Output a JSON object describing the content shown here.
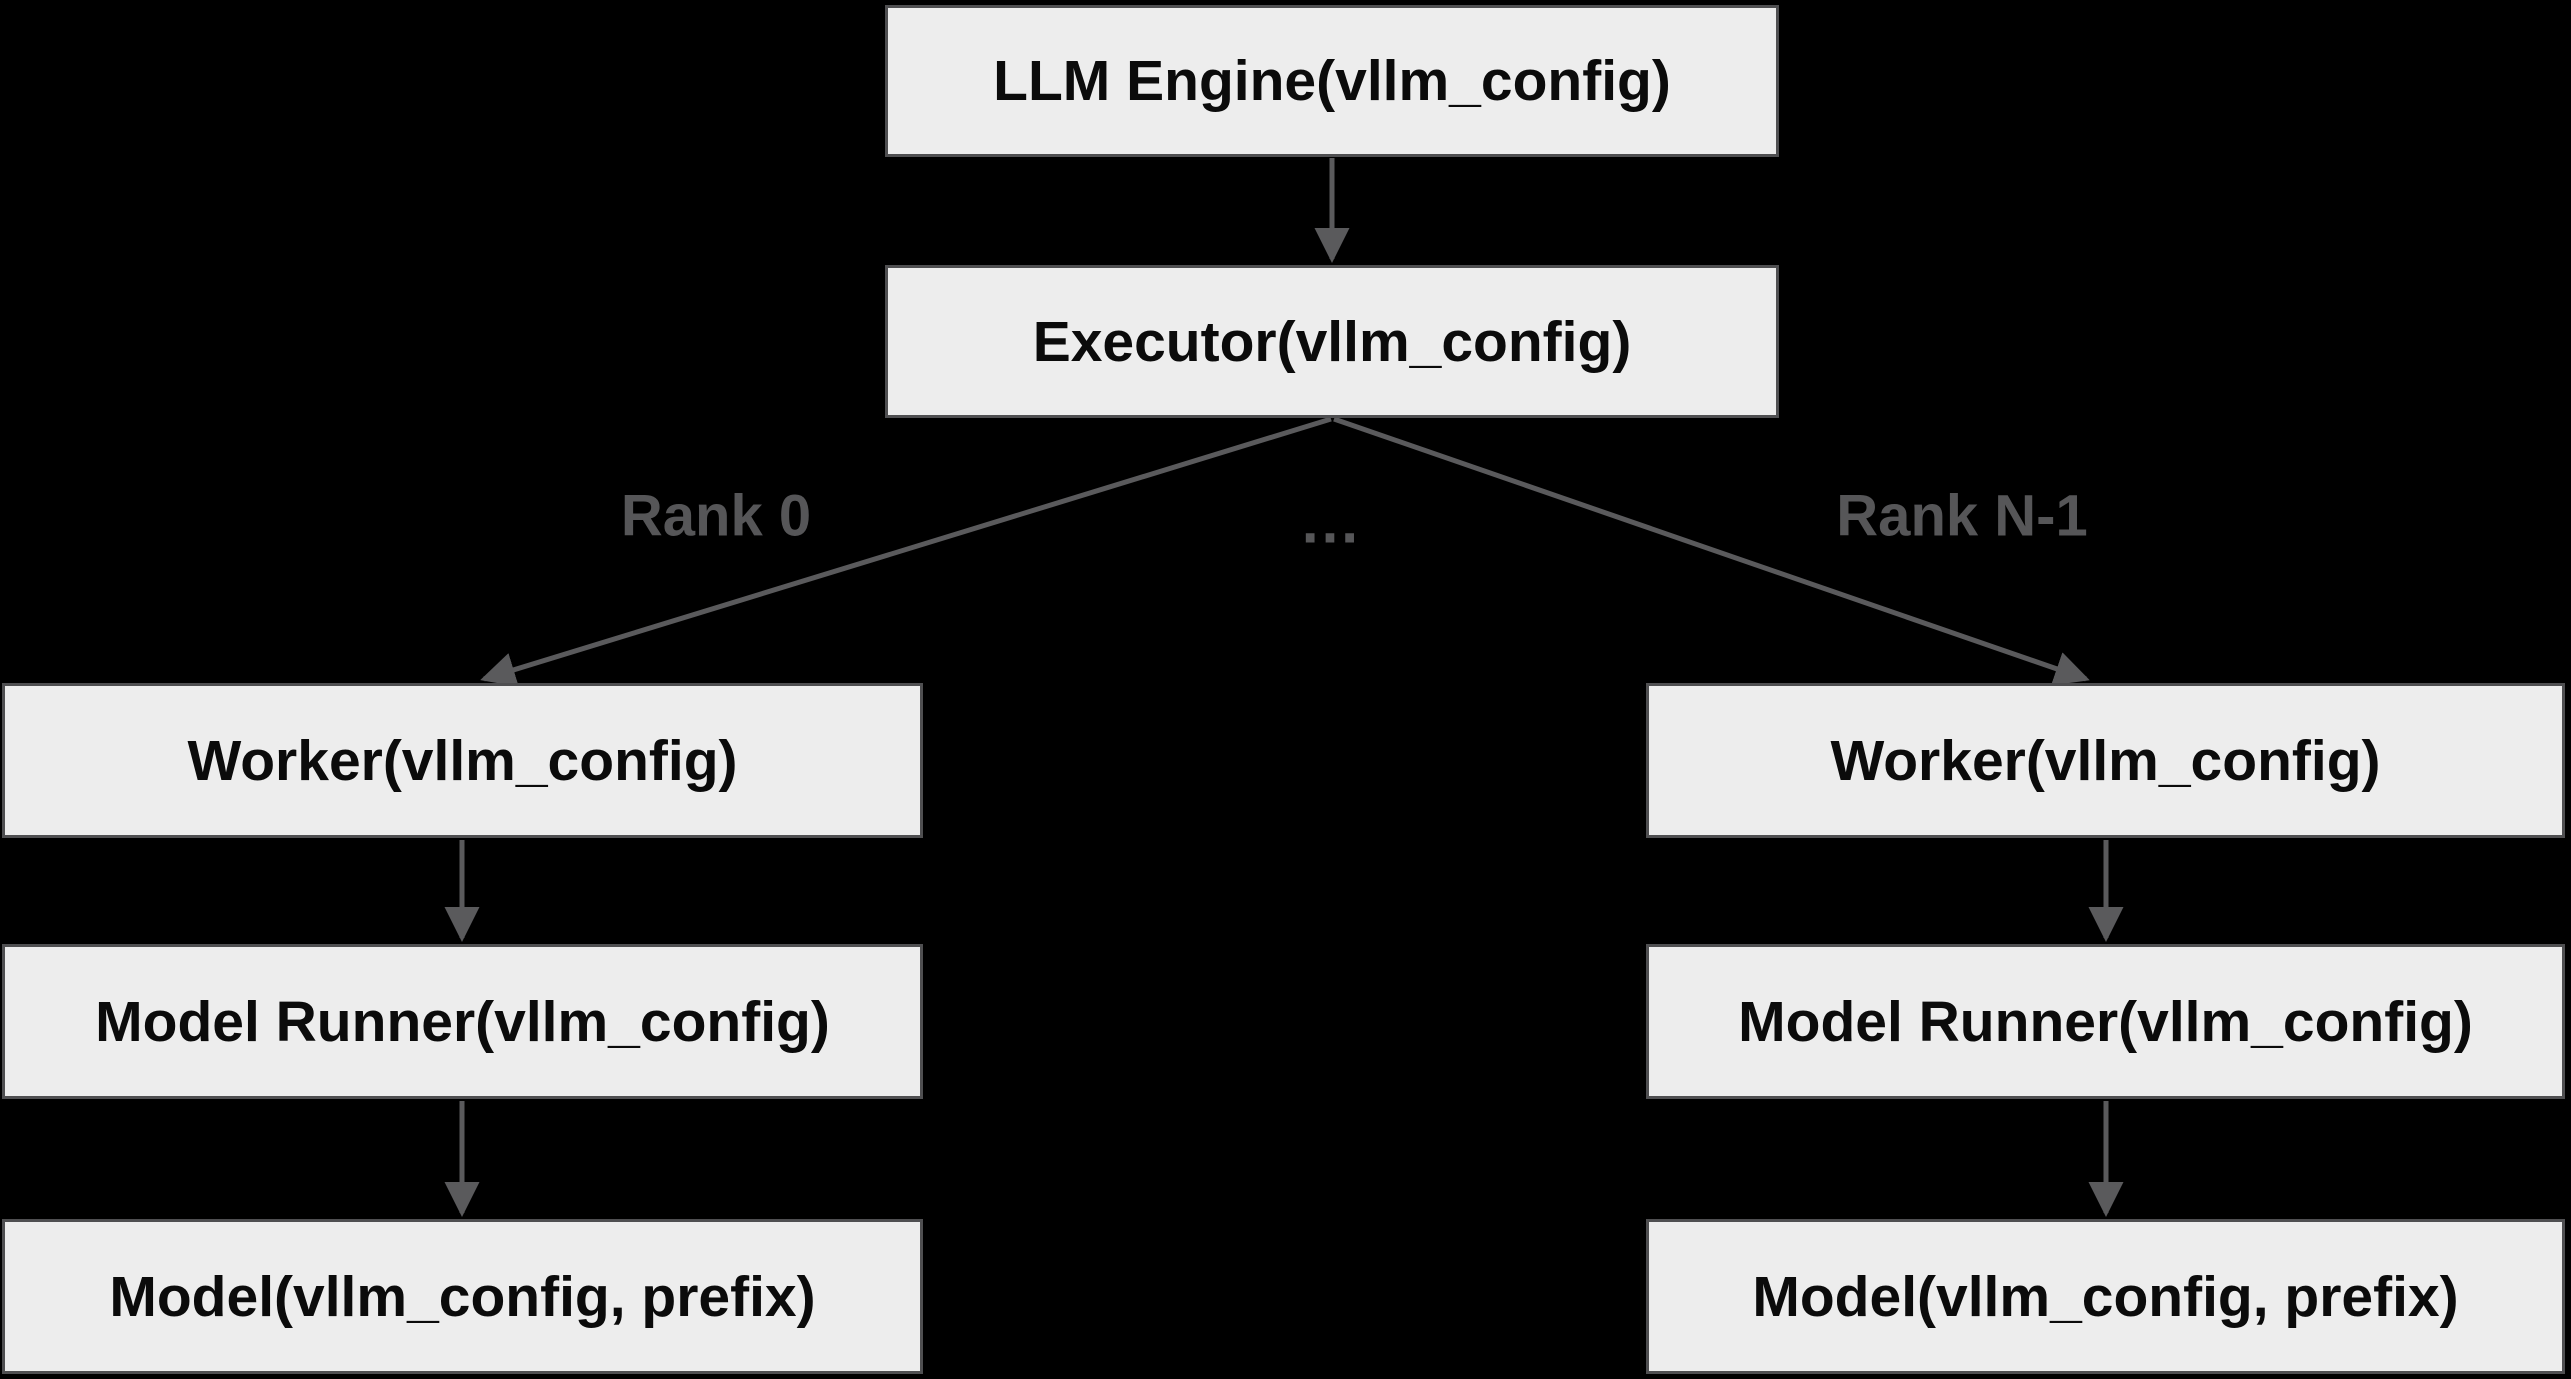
{
  "colors": {
    "background": "#000000",
    "node_fill": "#ededed",
    "node_border": "#4f4f51",
    "node_text": "#0b0b0b",
    "connector": "#5a5a5c",
    "edge_label": "#565658"
  },
  "nodes": {
    "llm_engine": {
      "label": "LLM Engine(vllm_config)"
    },
    "executor": {
      "label": "Executor(vllm_config)"
    },
    "worker_left": {
      "label": "Worker(vllm_config)"
    },
    "worker_right": {
      "label": "Worker(vllm_config)"
    },
    "model_runner_left": {
      "label": "Model Runner(vllm_config)"
    },
    "model_runner_right": {
      "label": "Model Runner(vllm_config)"
    },
    "model_left": {
      "label": "Model(vllm_config, prefix)"
    },
    "model_right": {
      "label": "Model(vllm_config, prefix)"
    }
  },
  "edge_labels": {
    "rank_0": "Rank 0",
    "rank_n_1": "Rank N-1",
    "ellipsis": "…"
  }
}
